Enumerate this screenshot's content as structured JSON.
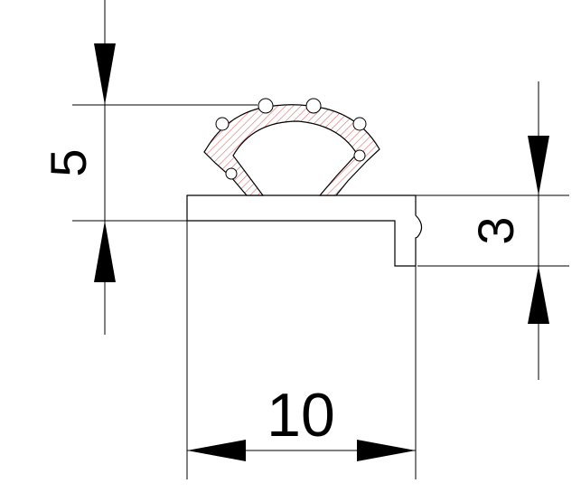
{
  "drawing": {
    "dimensions": {
      "top_height": "5",
      "right_height": "3",
      "bottom_width": "10"
    },
    "colors": {
      "line": "#000000",
      "hatch": "#d97070",
      "background": "#ffffff"
    }
  }
}
